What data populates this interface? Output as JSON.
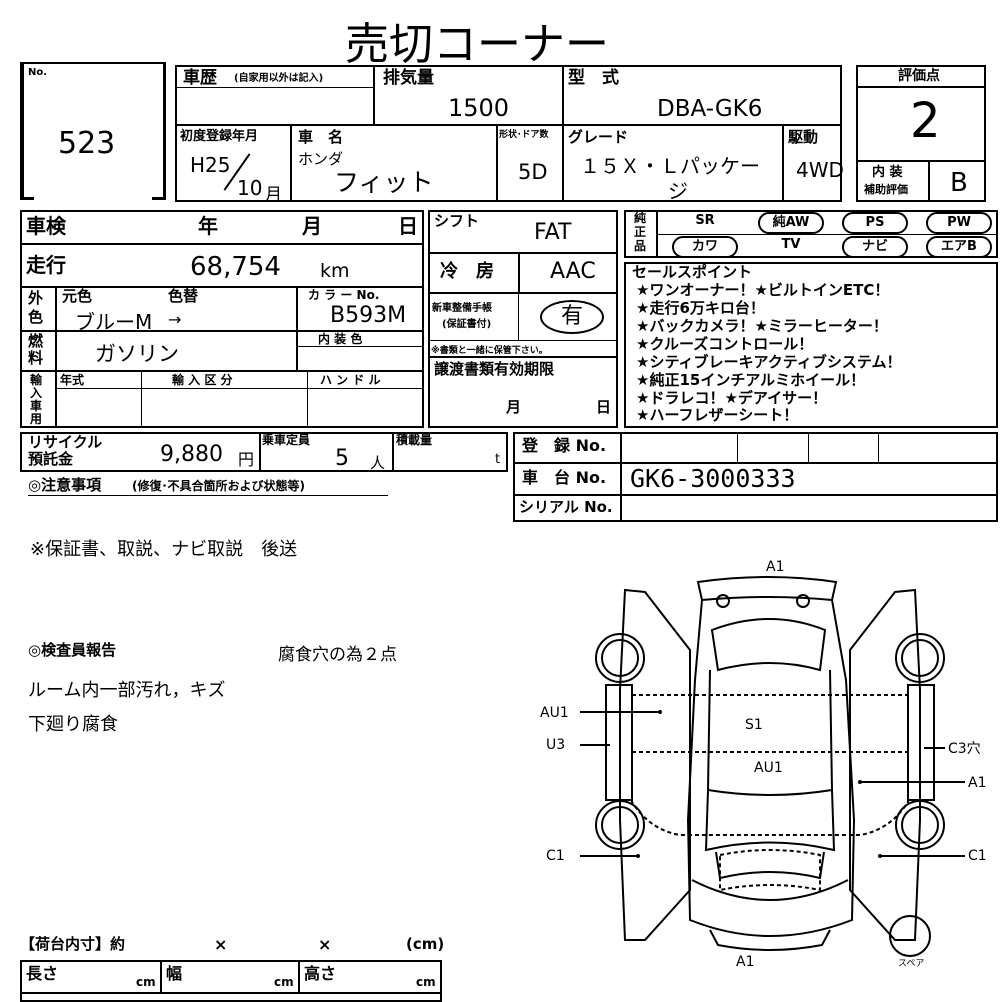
{
  "title": "売切コーナー",
  "lot": {
    "no_label": "No.",
    "number": "523"
  },
  "history": {
    "label": "車歴",
    "note": "(自家用以外は記入)"
  },
  "displacement": {
    "label": "排気量",
    "value": "1500"
  },
  "model_type": {
    "label": "型　式",
    "value": "DBA-GK6"
  },
  "grade_score": {
    "label": "評価点",
    "value": "2"
  },
  "first_reg": {
    "label": "初度登録年月",
    "era_year": "H25",
    "month": "10",
    "month_unit": "月"
  },
  "car_name": {
    "label": "車　名",
    "maker": "ホンダ",
    "name": "フィット"
  },
  "shape_doors": {
    "label": "形状･ドア数",
    "value": "5D"
  },
  "grade": {
    "label": "グレード",
    "value_line1": "１５Ｘ・Ｌパッケー",
    "value_line2": "ジ"
  },
  "drive": {
    "label": "駆動",
    "value": "4WD"
  },
  "interior_score": {
    "label1": "内 装",
    "label2": "補助評価",
    "value": "B"
  },
  "inspection": {
    "label": "車検",
    "year": "年",
    "month": "月",
    "day": "日"
  },
  "mileage": {
    "label": "走行",
    "value": "68,754",
    "unit": "km"
  },
  "color": {
    "label_top": "外",
    "label_bottom": "色",
    "orig_label": "元色",
    "change_label": "色替",
    "orig_value": "ブルーM",
    "arrow": "→",
    "code_label": "カ ラ ー No.",
    "code_value": "B593M",
    "interior_label": "内 装 色"
  },
  "fuel": {
    "label_top": "燃",
    "label_bottom": "料",
    "value": "ガソリン"
  },
  "import": {
    "label": [
      "輸",
      "入",
      "車",
      "用"
    ],
    "year_label": "年式",
    "class_label": "輸 入 区 分",
    "handle_label": "ハ ン ド ル"
  },
  "shift": {
    "label": "シフト",
    "value": "FAT"
  },
  "aircon": {
    "label": "冷　房",
    "value": "AAC"
  },
  "warranty": {
    "label1": "新車整備手帳",
    "label2": "(保証書付)",
    "value": "有",
    "note": "※書類と一緒に保管下さい。"
  },
  "transfer_docs": {
    "label": "譲渡書類有効期限",
    "month": "月",
    "day": "日"
  },
  "genuine": {
    "label": [
      "純",
      "正",
      "品"
    ],
    "row1": [
      {
        "text": "SR",
        "circled": false
      },
      {
        "text": "純AW",
        "circled": true
      },
      {
        "text": "PS",
        "circled": true
      },
      {
        "text": "PW",
        "circled": true
      }
    ],
    "row2": [
      {
        "text": "カワ",
        "circled": true
      },
      {
        "text": "TV",
        "circled": false
      },
      {
        "text": "ナビ",
        "circled": true
      },
      {
        "text": "エアB",
        "circled": true
      }
    ]
  },
  "sales_points": {
    "label": "セールスポイント",
    "lines": [
      "★ワンオーナー！★ビルトインETC！",
      "★走行6万キロ台！",
      "★バックカメラ！★ミラーヒーター！",
      "★クルーズコントロール！",
      "★シティブレーキアクティブシステム！",
      "★純正15インチアルミホイール！",
      "★ドラレコ！★デアイサー！",
      "★ハーフレザーシート！"
    ]
  },
  "recycle": {
    "label1": "リサイクル",
    "label2": "預託金",
    "value": "9,880",
    "unit": "円"
  },
  "capacity": {
    "label": "乗車定員",
    "value": "5",
    "unit": "人"
  },
  "load": {
    "label": "積載量",
    "unit": "t"
  },
  "registration": {
    "label": "登　録 No."
  },
  "chassis": {
    "label": "車　台 No.",
    "value": "GK6-3000333"
  },
  "serial": {
    "label": "シリアル No."
  },
  "notes": {
    "label": "◎注意事項",
    "sub": "(修復･不具合箇所および状態等)",
    "text": "※保証書、取説、ナビ取説　後送"
  },
  "inspector": {
    "label": "◎検査員報告",
    "head": "腐食穴の為２点",
    "lines": [
      "ルーム内一部汚れ，キズ",
      "下廻り腐食"
    ]
  },
  "diagram": {
    "labels": {
      "a1_top": "A1",
      "au1_left": "AU1",
      "u3": "U3",
      "c1_left": "C1",
      "s1": "S1",
      "au1_center": "AU1",
      "c3_hole": "C3穴",
      "a1_right": "A1",
      "c1_right": "C1",
      "a1_bottom": "A1",
      "spare": "スペア"
    }
  },
  "cargo": {
    "label": "【荷台内寸】約",
    "x1": "×",
    "x2": "×",
    "unit": "(cm)",
    "length": "長さ",
    "width": "幅",
    "height": "高さ",
    "cm": "cm"
  }
}
